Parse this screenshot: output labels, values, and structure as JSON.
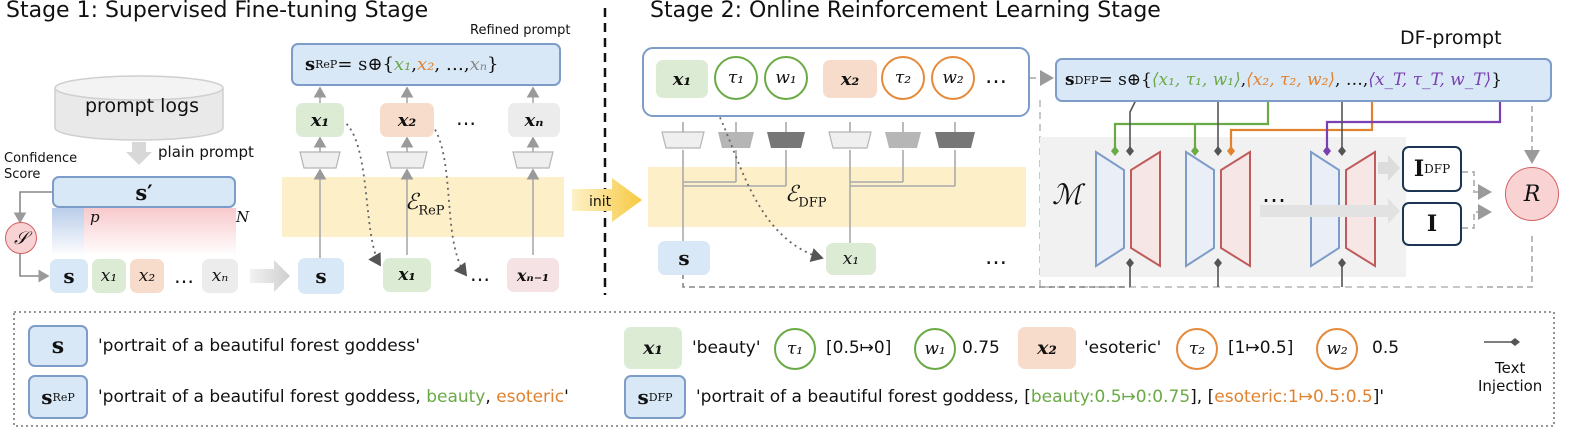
{
  "stage1": {
    "title": "Stage 1: Supervised Fine-tuning Stage",
    "prompt_logs": "prompt logs",
    "plain_prompt": "plain prompt",
    "confidence_score": "Confidence\nScore",
    "refined_prompt": "Refined  prompt",
    "s_prime": "s′",
    "p_label": "p",
    "n_label": "N",
    "score_symbol": "𝒮",
    "s_label": "s",
    "x1": "x₁",
    "x2": "x₂",
    "dots": "…",
    "xn": "xₙ",
    "xn_bold": "xₙ",
    "xn_minus_1": "xₙ₋₁",
    "encoder": "ℰ",
    "encoder_sub": "ReP",
    "srep_formula": {
      "lhs": "s",
      "lhs_sup": "ReP",
      "eq": " = s⊕{",
      "x1": "x₁",
      "x2": "x₂",
      "mid": ", …, ",
      "xn": "xₙ",
      "end": "}"
    }
  },
  "init_label": "init",
  "stage2": {
    "title": "Stage 2: Online Reinforcement Learning Stage",
    "df_prompt": "DF-prompt",
    "x1": "x₁",
    "tau1": "τ₁",
    "w1": "w₁",
    "x2": "x₂",
    "tau2": "τ₂",
    "w2": "w₂",
    "dots": "…",
    "encoder": "ℰ",
    "encoder_sub": "DFP",
    "s_label": "s",
    "x1_out": "x₁",
    "model": "ℳ",
    "i_dfp": "I",
    "i_dfp_sup": "DFP",
    "i_plain": "I",
    "reward": "R",
    "sdfp_formula": {
      "lhs": "s",
      "lhs_sup": "DFP",
      "eq": " = s⊕{",
      "g1": "⟨x₁, τ₁, w₁⟩",
      "sep": ", ",
      "g2": "⟨x₂, τ₂, w₂⟩",
      "mid": ", …, ",
      "gT": "⟨x_T, τ_T, w_T⟩",
      "end": "}"
    }
  },
  "legend": {
    "s_label": "s",
    "s_text": "'portrait of a beautiful forest goddess'",
    "x1_label": "x₁",
    "x1_text": "'beauty'",
    "tau1_label": "τ₁",
    "tau1_val": "[0.5↦0]",
    "w1_label": "w₁",
    "w1_val": "0.75",
    "x2_label": "x₂",
    "x2_text": "'esoteric'",
    "tau2_label": "τ₂",
    "tau2_val": "[1↦0.5]",
    "w2_label": "w₂",
    "w2_val": "0.5",
    "injection": "Text\nInjection",
    "srep_label": "s",
    "srep_sup": "ReP",
    "srep_text_a": "'portrait of a beautiful forest goddess, ",
    "srep_text_b": "beauty",
    "srep_text_c": ", ",
    "srep_text_d": "esoteric",
    "srep_text_e": "'",
    "sdfp_label": "s",
    "sdfp_sup": "DFP",
    "sdfp_text_a": "'portrait of a beautiful forest goddess, [",
    "sdfp_text_b": "beauty:0.5↦0:0.75",
    "sdfp_text_c": "], [",
    "sdfp_text_d": "esoteric:1↦0.5:0.5",
    "sdfp_text_e": "]'"
  },
  "colors": {
    "green": "#6aaa45",
    "orange": "#e0822f",
    "purple": "#7a3fb0",
    "blue_fill": "#d9e8f6",
    "encoder_fill": "#fdefc8",
    "reward_fill": "#f9d3d3",
    "reward_border": "#d36060"
  }
}
